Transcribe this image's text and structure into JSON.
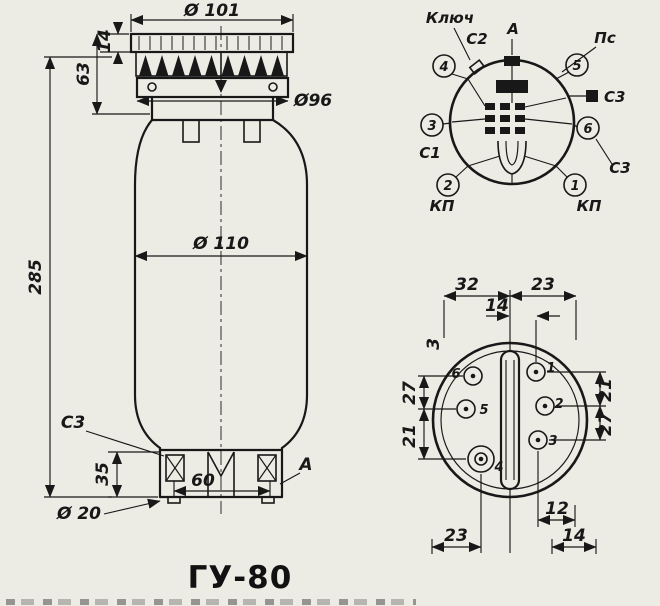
{
  "title": "ГУ-80",
  "colors": {
    "background": "#ecebe4",
    "ink": "#181818"
  },
  "outline": {
    "dim_d101": "Ø 101",
    "dim_14": "14",
    "dim_63": "63",
    "dim_d96": "Ø96",
    "dim_285": "285",
    "dim_d110": "Ø 110",
    "dim_35": "35",
    "dim_60": "60",
    "dim_d20": "Ø 20",
    "label_c3": "С3",
    "label_a": "A"
  },
  "pinout": {
    "label_key": "Ключ",
    "label_a": "A",
    "label_c2": "С2",
    "label_ps": "Пс",
    "label_c3_tab": "С3",
    "label_c3_pin6": "С3",
    "label_c1": "С1",
    "label_kp_left": "КП",
    "label_kp_right": "КП",
    "n1": "1",
    "n2": "2",
    "n3": "3",
    "n4": "4",
    "n5": "5",
    "n6": "6"
  },
  "base": {
    "dim_32": "32",
    "dim_23_top": "23",
    "dim_14_top": "14",
    "dim_3": "3",
    "dim_27_left": "27",
    "dim_21_left": "21",
    "dim_21_right": "21",
    "dim_27_right": "27",
    "dim_12": "12",
    "dim_23_bottom": "23",
    "dim_14_bottom": "14",
    "p1": "1",
    "p2": "2",
    "p3": "3",
    "p4": "4",
    "p5": "5",
    "p6": "6"
  }
}
